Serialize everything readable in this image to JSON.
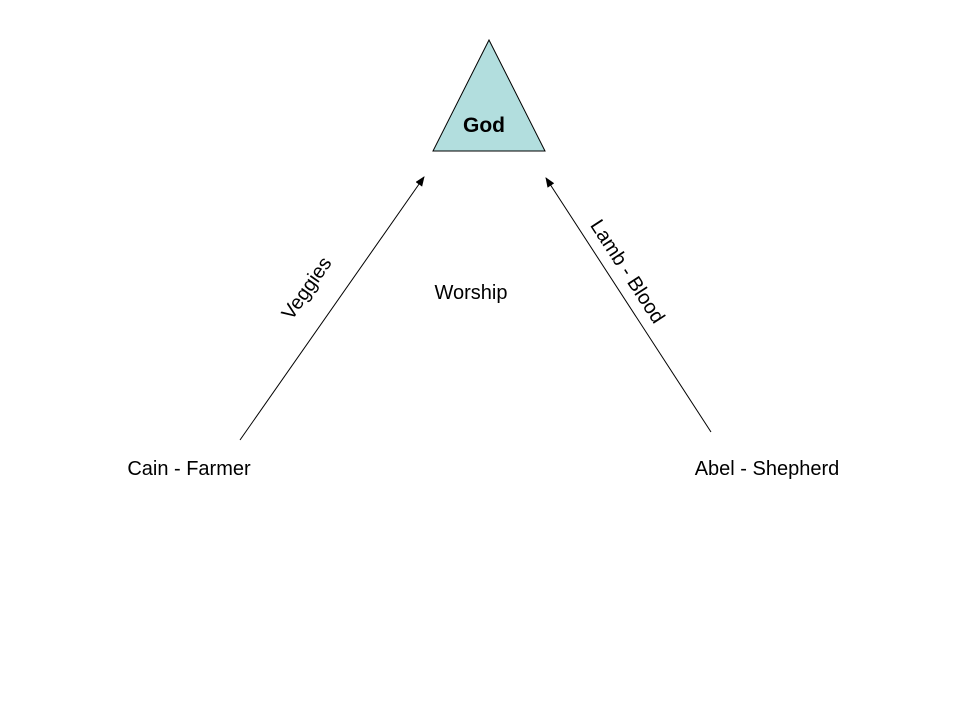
{
  "diagram": {
    "top_node": {
      "label": "God",
      "shape": "triangle",
      "fill": "#b2dede",
      "stroke": "#000000"
    },
    "left_node": {
      "label": "Cain - Farmer"
    },
    "right_node": {
      "label": "Abel - Shepherd"
    },
    "center_label": "Worship",
    "edges": [
      {
        "from": "Cain - Farmer",
        "to": "God",
        "label": "Veggies"
      },
      {
        "from": "Abel - Shepherd",
        "to": "God",
        "label": "Lamb - Blood"
      }
    ],
    "colors": {
      "background": "#ffffff",
      "line": "#000000",
      "text": "#000000"
    }
  }
}
